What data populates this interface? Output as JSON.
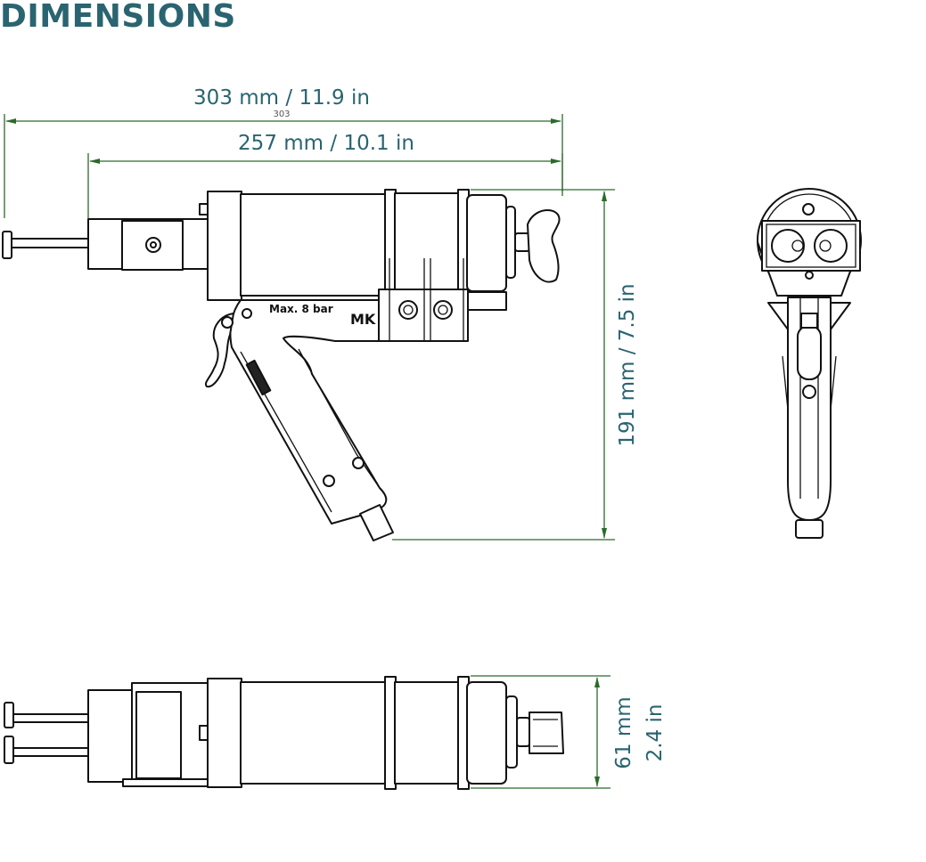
{
  "title": "DIMENSIONS",
  "dimensions": {
    "overall_length": "303 mm / 11.9 in",
    "overall_length_hidden_label": "303",
    "body_length": "257 mm / 10.1 in",
    "height": "191 mm / 7.5 in",
    "width_mm": "61 mm",
    "width_in": "2.4 in"
  },
  "labels": {
    "pressure": "Max. 8 bar",
    "logo": "MK"
  },
  "colors": {
    "title": "#2a6470",
    "dimension_text": "#2a6470",
    "dimension_line": "#2a6b2a",
    "drawing": "#111111"
  }
}
